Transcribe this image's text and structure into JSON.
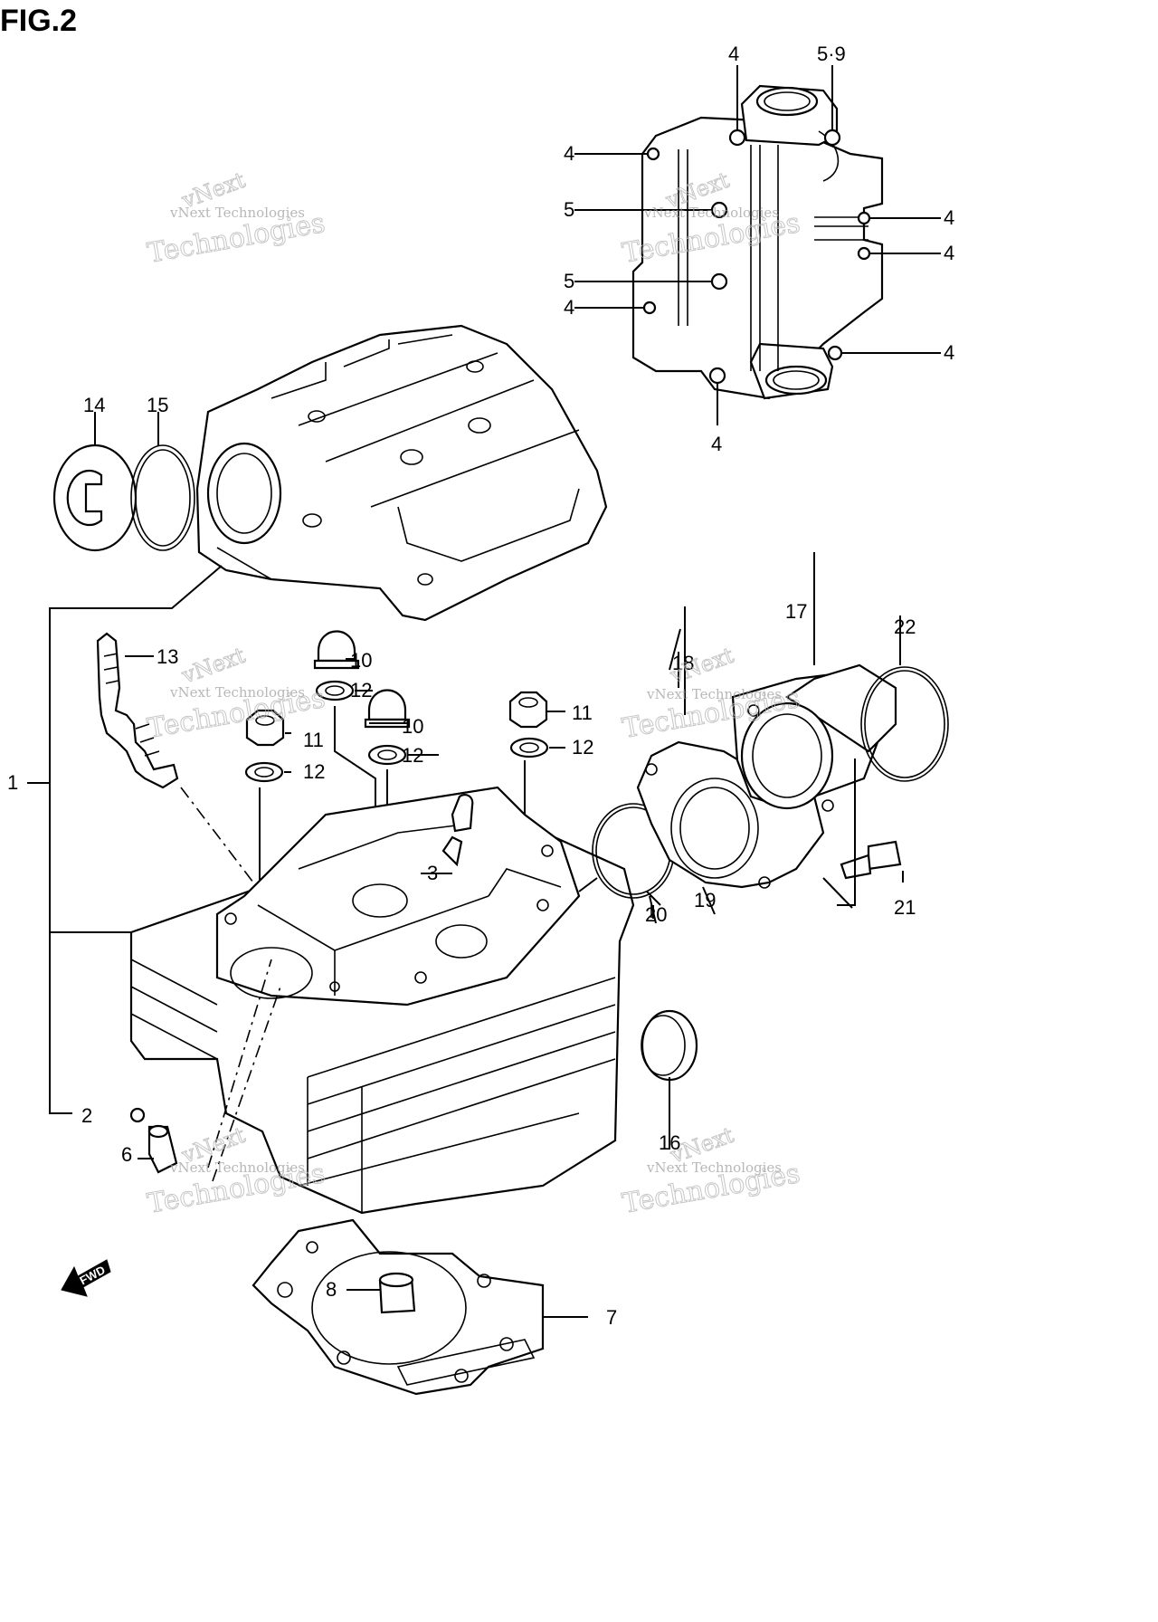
{
  "figure": {
    "title": "FIG.2"
  },
  "callouts": {
    "c1": "1",
    "c2": "2",
    "c3": "3",
    "c4a": "4",
    "c4b": "4",
    "c4c": "4",
    "c4d": "4",
    "c4e": "4",
    "c4f": "4",
    "c4g": "4",
    "c59": "5·9",
    "c5a": "5",
    "c5b": "5",
    "c6": "6",
    "c7": "7",
    "c8": "8",
    "c10a": "10",
    "c10b": "10",
    "c11a": "11",
    "c11b": "11",
    "c12a": "12",
    "c12b": "12",
    "c12c": "12",
    "c12d": "12",
    "c13": "13",
    "c14": "14",
    "c15": "15",
    "c16": "16",
    "c17": "17",
    "c18": "18",
    "c19": "19",
    "c20": "20",
    "c21": "21",
    "c22": "22"
  },
  "fwd_label": "FWD",
  "watermark": {
    "small": "vNext Technologies",
    "large": "Technologies",
    "medium": "vNext"
  },
  "icons": {
    "direction_arrow": "fwd-arrow-icon"
  }
}
